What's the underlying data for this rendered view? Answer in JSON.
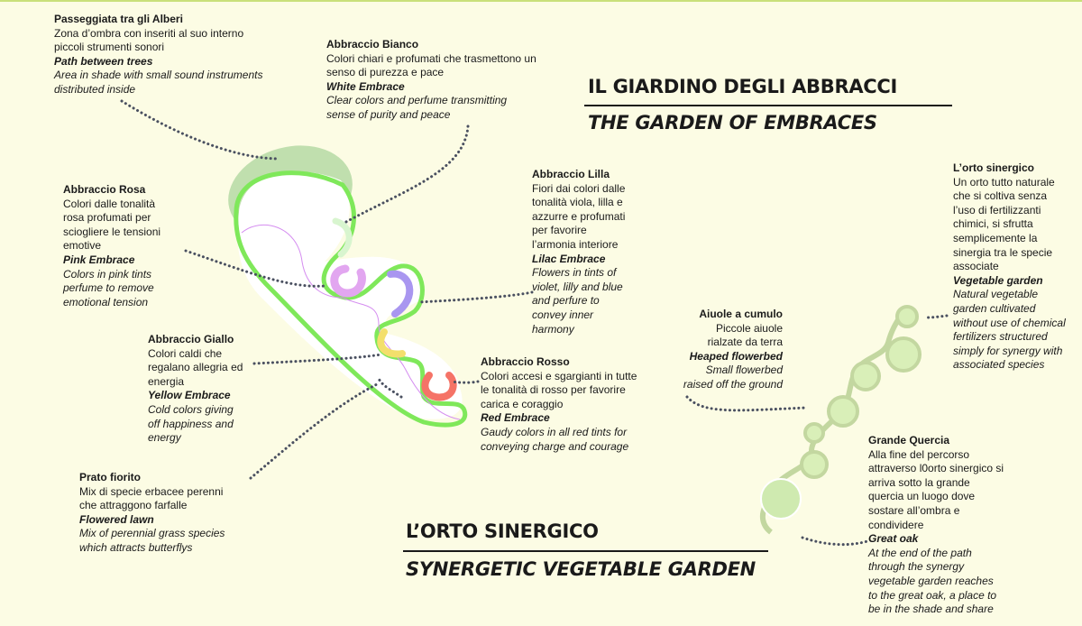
{
  "title": {
    "it": "IL GIARDINO DEGLI ABBRACCI",
    "en": "THE GARDEN OF EMBRACES"
  },
  "subtitle2": {
    "it": "L’ORTO SINERGICO",
    "en": "SYNERGETIC VEGETABLE GARDEN"
  },
  "labels": {
    "passeggiata": {
      "head": "Passeggiata tra gli Alberi",
      "it": [
        "Zona d’ombra con inseriti al suo interno",
        "piccoli strumenti sonori"
      ],
      "en_head": "Path between trees",
      "en": [
        "Area in shade with small sound instruments",
        "distributed inside"
      ]
    },
    "bianco": {
      "head": "Abbraccio Bianco",
      "it": [
        "Colori chiari e profumati che trasmettono un",
        "senso di purezza e pace"
      ],
      "en_head": "White Embrace",
      "en": [
        "Clear colors and perfume transmitting",
        "sense of purity and peace"
      ]
    },
    "rosa": {
      "head": "Abbraccio Rosa",
      "it": [
        "Colori dalle tonalità",
        "rosa profumati per",
        "sciogliere le tensioni",
        "emotive"
      ],
      "en_head": "Pink Embrace",
      "en": [
        "Colors in pink tints",
        "perfume to remove",
        "emotional tension"
      ]
    },
    "lilla": {
      "head": "Abbraccio Lilla",
      "it": [
        "Fiori dai colori dalle",
        "tonalità viola, lilla e",
        "azzurre e profumati",
        "per favorire",
        "l’armonia interiore"
      ],
      "en_head": "Lilac Embrace",
      "en": [
        "Flowers in tints of",
        "violet, lilly and blue",
        "and perfure to",
        "convey inner",
        "harmony"
      ]
    },
    "orto": {
      "head": "L’orto sinergico",
      "it": [
        "Un orto tutto naturale",
        "che si coltiva senza",
        "l’uso di fertilizzanti",
        "chimici, si sfrutta",
        "semplicemente la",
        "sinergia tra le specie",
        "associate"
      ],
      "en_head": "Vegetable garden",
      "en": [
        "Natural vegetable",
        "garden cultivated",
        "without use of chemical",
        "fertilizers structured",
        "simply for synergy with",
        "associated species"
      ]
    },
    "aiuole": {
      "head": "Aiuole a cumulo",
      "it": [
        "Piccole aiuole",
        "rialzate da terra"
      ],
      "en_head": "Heaped flowerbed",
      "en": [
        "Small flowerbed",
        "raised off the ground"
      ]
    },
    "giallo": {
      "head": "Abbraccio Giallo",
      "it": [
        "Colori caldi che",
        "regalano allegria ed",
        "energia"
      ],
      "en_head": "Yellow Embrace",
      "en": [
        "Cold colors giving",
        "off happiness and",
        "energy"
      ]
    },
    "rosso": {
      "head": "Abbraccio Rosso",
      "it": [
        "Colori accesi e sgargianti in tutte",
        "le tonalità di rosso per favorire",
        "carica e coraggio"
      ],
      "en_head": "Red Embrace",
      "en": [
        "Gaudy colors in all red tints for",
        "conveying charge and courage"
      ]
    },
    "quercia": {
      "head": "Grande Quercia",
      "it": [
        "Alla fine del percorso",
        "attraverso l0orto sinergico si",
        "arriva sotto la grande",
        "quercia un luogo dove",
        "sostare all’ombra e",
        "condividere"
      ],
      "en_head": "Great oak",
      "en": [
        "At the end of the path",
        "through the synergy",
        "vegetable garden reaches",
        "to the great oak, a place to",
        "be in the shade and share"
      ]
    },
    "prato": {
      "head": "Prato fiorito",
      "it": [
        "Mix di specie erbacee perenni",
        "che attraggono farfalle"
      ],
      "en_head": "Flowered lawn",
      "en": [
        "Mix of perennial grass species",
        "which attracts butterflys"
      ]
    }
  },
  "colors": {
    "background": "#fcfce4",
    "path": "#7fe85a",
    "shade": "#b5d9a5",
    "pink": "#e2a6f0",
    "lilac": "#a996f0",
    "yellow": "#f3df6c",
    "red": "#f57367",
    "white": "#d8f5cf",
    "orto": "#b9d49a"
  }
}
